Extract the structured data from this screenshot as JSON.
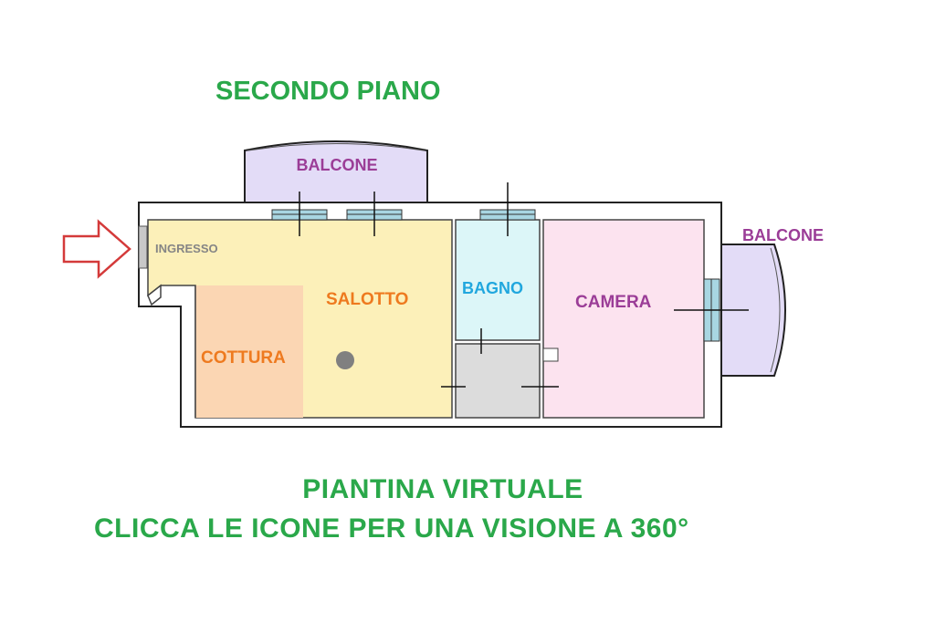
{
  "heading": "SECONDO PIANO",
  "rooms": {
    "balcone_top": "BALCONE",
    "balcone_right": "BALCONE",
    "ingresso": "INGRESSO",
    "salotto": "SALOTTO",
    "cottura": "COTTURA",
    "bagno_part1": "BA",
    "bagno_part2": "GNO",
    "camera": "CAMERA"
  },
  "caption": {
    "line1": "PIANTINA VIRTUALE",
    "line2": "CLICCA LE ICONE PER UNA VISIONE A 360°"
  },
  "colors": {
    "heading": "#2aa84a",
    "balcone": "#e3dcf7",
    "living": "#fcf0b9",
    "kitchen": "#fbd6b3",
    "bath": "#dcf6f8",
    "storage": "#dcdcdc",
    "bedroom": "#fce3ef",
    "label_purple": "#9b3d97",
    "label_orange": "#ee7a1f",
    "label_blue": "#21a7de",
    "label_gray": "#858585",
    "arrow": "#d43a3a"
  },
  "icons": [
    "entrance-arrow-icon",
    "panorama-dot-icon"
  ]
}
